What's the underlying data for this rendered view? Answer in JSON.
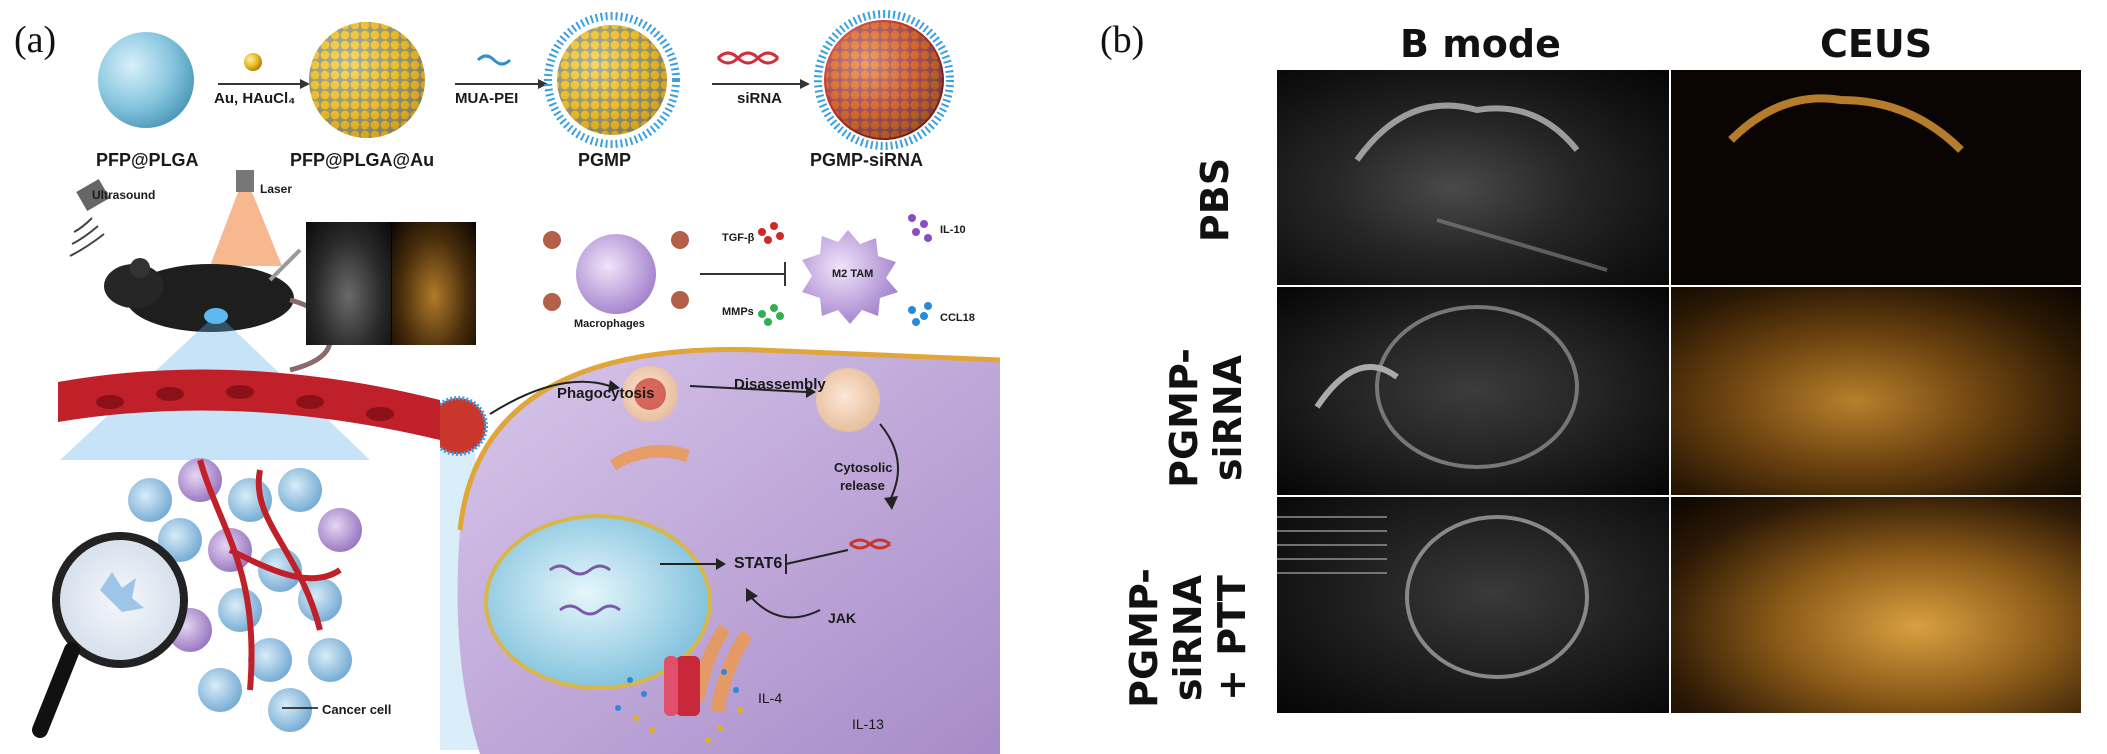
{
  "panel_a": {
    "label": "(a)",
    "synthesis": {
      "step1": "PFP@PLGA",
      "step2": "PFP@PLGA@Au",
      "step3": "PGMP",
      "step4": "PGMP-siRNA",
      "arrow1": "Au, HAuCl₄",
      "arrow2": "MUA-PEI",
      "arrow3": "siRNA"
    },
    "devices": {
      "ultrasound": "Ultrasound",
      "laser": "Laser"
    },
    "macrophage": {
      "macrophages": "Macrophages",
      "m2": "M2 TAM",
      "tgf": "TGF-β",
      "il10": "IL-10",
      "mmps": "MMPs",
      "ccl18": "CCL18"
    },
    "cell": {
      "phagocytosis": "Phagocytosis",
      "disassembly": "Disassembly",
      "cytosolic": "Cytosolic",
      "release": "release",
      "stat6": "STAT6",
      "jak": "JAK",
      "il4": "IL-4",
      "il13": "IL-13",
      "cancer_cell": "Cancer cell"
    }
  },
  "panel_b": {
    "label": "(b)",
    "col1": "B mode",
    "col2": "CEUS",
    "row1": "PBS",
    "row2_line1": "PGMP-",
    "row2_line2": "siRNA",
    "row3_line1": "PGMP-",
    "row3_line2": "siRNA",
    "row3_line3": "+ PTT"
  },
  "colors": {
    "accent_purple": "#9b7fc0",
    "vessel_red": "#c0202a",
    "gold": "#e0b020",
    "ceus_gold": "#d9a040"
  }
}
